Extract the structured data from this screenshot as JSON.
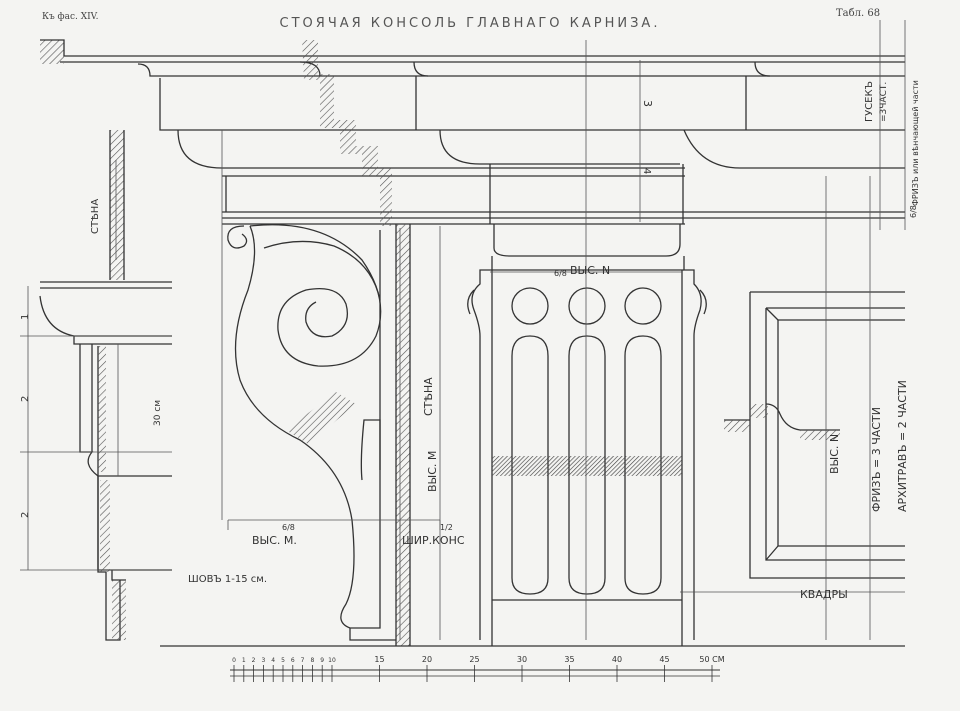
{
  "header": {
    "left": "Къ фас. XIV.",
    "title": "СТОЯЧАЯ КОНСОЛЬ ГЛАВНАГО КАРНИЗА.",
    "right": "Табл. 68"
  },
  "labels": {
    "wall_left": "СТѢНА",
    "wall_middle": "СТѢНА",
    "height_m": "ВЫС. М",
    "height_m_bottom": "ВЫС. М.",
    "cons_width": "ШИР.КОНС",
    "height_n_top": "ВЫС. N",
    "height_n_right": "ВЫС. N",
    "frieze_parts": "ФРИЗЪ = 3 ЧАСТИ",
    "architrave_parts": "АРХИТРАВЪ = 2 ЧАСТИ",
    "kvadry": "КВАДРЫ",
    "joint": "ШОВЪ  1-15 см.",
    "cm30": "30 см",
    "gusek_1": "ГУСЕКЪ",
    "gusek_2": "=3ЧАСТ.",
    "frieze_top": "ФРИЗЪ или вѣнчающей части",
    "frac_m_bottom": "6/8",
    "frac_m_half": "1/2",
    "frac_n_top": "6/8",
    "frac_right": "6/8",
    "num_1": "1",
    "num_2a": "2",
    "num_2b": "2",
    "num_3": "3",
    "num_4": "4"
  },
  "scale": {
    "ticks": [
      "0",
      "1",
      "2",
      "3",
      "4",
      "5",
      "6",
      "7",
      "8",
      "9",
      "10",
      "15",
      "20",
      "25",
      "30",
      "35",
      "40",
      "45",
      "50 СМ"
    ]
  }
}
